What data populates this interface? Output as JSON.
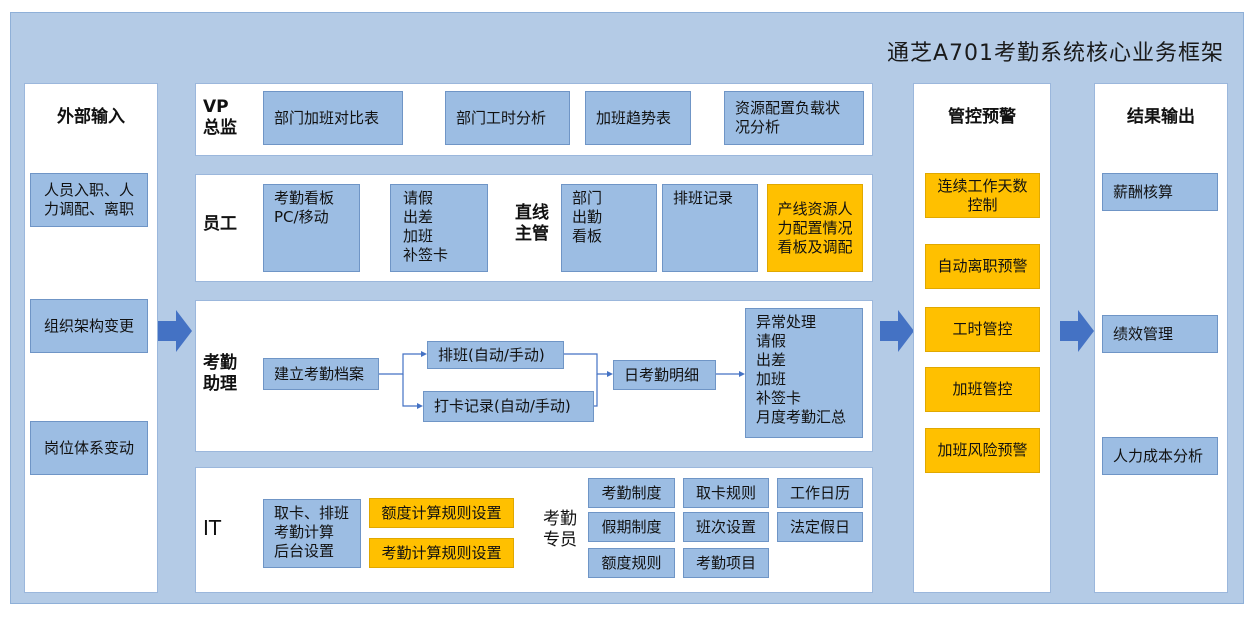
{
  "title": "通芝A701考勤系统核心业务框架",
  "columns": {
    "external": {
      "header": "外部输入",
      "items": [
        "人员入职、人力调配、离职",
        "组织架构变更",
        "岗位体系变动"
      ]
    },
    "control": {
      "header": "管控预警",
      "items": [
        "连续工作天数控制",
        "自动离职预警",
        "工时管控",
        "加班管控",
        "加班风险预警"
      ]
    },
    "output": {
      "header": "结果输出",
      "items": [
        "薪酬核算",
        "绩效管理",
        "人力成本分析"
      ]
    }
  },
  "vp": {
    "role": "VP\n总监",
    "boxes": [
      "部门加班对比表",
      "部门工时分析",
      "加班趋势表",
      "资源配置负载状况分析"
    ]
  },
  "employee": {
    "role": "员工",
    "box_board": "考勤看板\nPC/移动",
    "box_requests": "请假\n出差\n加班\n补签卡",
    "manager_role": "直线\n主管",
    "box_dept": "部门\n出勤\n看板",
    "box_schedule": "排班记录",
    "box_resource": "产线资源人力配置情况看板及调配"
  },
  "assistant": {
    "role": "考勤\n助理",
    "box_profile": "建立考勤档案",
    "box_shift": "排班(自动/手动)",
    "box_punch": "打卡记录(自动/手动)",
    "box_daily": "日考勤明细",
    "box_exceptions": "异常处理\n请假\n出差\n加班\n补签卡\n月度考勤汇总"
  },
  "it": {
    "role": "IT",
    "box_backend": "取卡、排班\n考勤计算\n后台设置",
    "gold_quota": "额度计算规则设置",
    "gold_calc": "考勤计算规则设置",
    "specialist_role": "考勤\n专员",
    "grid": [
      "考勤制度",
      "取卡规则",
      "工作日历",
      "假期制度",
      "班次设置",
      "法定假日",
      "额度规则",
      "考勤项目"
    ]
  },
  "colors": {
    "blue_box": "#9cbde3",
    "gold_box": "#ffc000",
    "background": "#b4cbe6",
    "arrow": "#4472c4"
  }
}
